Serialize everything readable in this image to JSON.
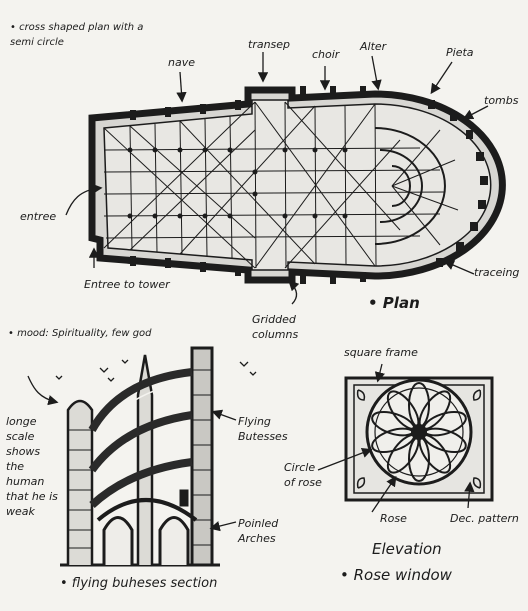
{
  "plan": {
    "note": "• cross shaped plan with a semi circle",
    "labels": {
      "nave": "nave",
      "transept": "transep",
      "choir": "choir",
      "altar": "Alter",
      "pieta": "Pieta",
      "tombs": "tombs",
      "entree": "entree",
      "entree_tower": "Entree to tower",
      "gridded_columns": "Gridded columns",
      "traceing": "traceing"
    },
    "title": "• Plan"
  },
  "section": {
    "mood": "• mood: Spirituality, few god",
    "scale_note": "longe scale shows the human that he is weak",
    "labels": {
      "flying_butresses": "Flying Butesses",
      "pointed_arches": "Poinled Arches"
    },
    "caption": "• flying buheses section"
  },
  "window": {
    "labels": {
      "square_frame": "square frame",
      "circle_rose": "Circle of rose",
      "rose": "Rose",
      "dec_pattern": "Dec. pattern"
    },
    "elevation": "Elevation",
    "caption": "• Rose window"
  }
}
